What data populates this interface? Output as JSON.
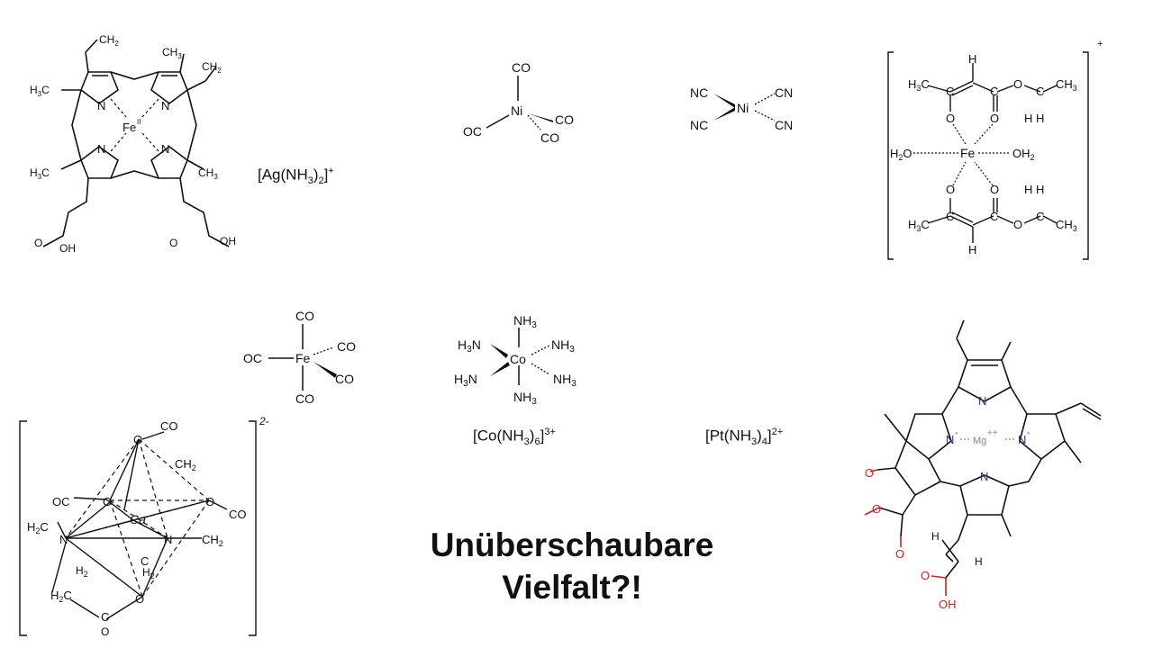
{
  "title": {
    "line1": "Unüberschaubare",
    "line2": "Vielfalt?!"
  },
  "formulas": {
    "ag": {
      "prefix": "[Ag(NH",
      "sub": "3",
      "mid": ")",
      "sub2": "2",
      "suffix": "]",
      "charge": "+"
    },
    "co": {
      "prefix": "[Co(NH",
      "sub": "3",
      "mid": ")",
      "sub2": "6",
      "suffix": "]",
      "charge": "3+"
    },
    "pt": {
      "prefix": "[Pt(NH",
      "sub": "3",
      "mid": ")",
      "sub2": "4",
      "suffix": "]",
      "charge": "2+"
    }
  },
  "labels": {
    "ni_co": {
      "center": "Ni",
      "top": "CO",
      "left": "OC",
      "right": "CO",
      "bottom": "CO"
    },
    "ni_cn": {
      "center": "Ni",
      "tl": "NC",
      "bl": "NC",
      "tr": "CN",
      "br": "CN"
    },
    "fe_co": {
      "center": "Fe",
      "top": "CO",
      "left": "OC",
      "right1": "CO",
      "right2": "CO",
      "bottom": "CO"
    },
    "co_nh3": {
      "center": "Co",
      "top": "NH3",
      "tl": "H3N",
      "tr": "NH3",
      "bl": "H3N",
      "br": "NH3",
      "bottom": "NH3"
    },
    "heme": {
      "metal": "Fe",
      "metal_ox": "II",
      "n": "N",
      "ch2": "CH2",
      "ch3": "CH3",
      "h3c": "H3C",
      "o": "O",
      "oh": "OH"
    },
    "fe_complex": {
      "metal": "Fe",
      "h2o": "H2O",
      "oh2": "OH2",
      "h3c": "H3C",
      "ch3": "CH3",
      "h": "H",
      "c": "C",
      "o": "O",
      "charge": "+"
    },
    "ca_edta": {
      "metal": "Ca",
      "charge": "2-",
      "oc": "OC",
      "co": "CO",
      "o": "O",
      "n": "N",
      "h2c": "H2C",
      "ch2": "CH2",
      "h2": "H2",
      "c": "C"
    },
    "chlorophyll": {
      "mg": "Mg",
      "mgcharge": "++",
      "n": "N",
      "nminus": "-",
      "o": "O",
      "oh": "OH",
      "h": "H"
    }
  },
  "colors": {
    "text": "#111111",
    "nitrogen": "#2a2aa8",
    "oxygen": "#d42020",
    "magnesium": "#8a8a8a"
  }
}
